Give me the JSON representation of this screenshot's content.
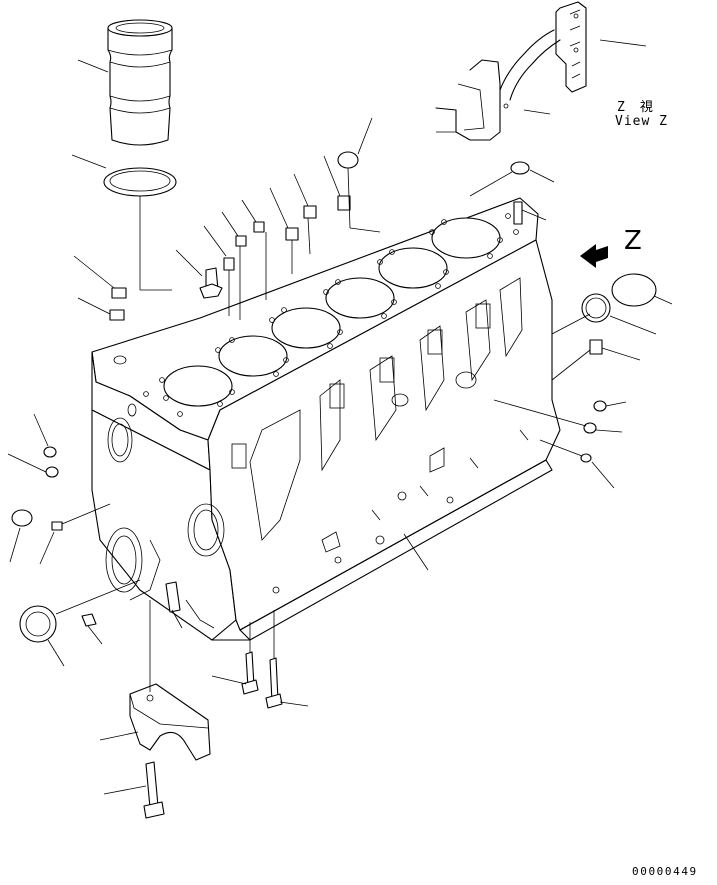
{
  "view": {
    "label_jp": "Z　視",
    "label_en": "View Z",
    "arrow_letter": "Z"
  },
  "figure_code": "00000449"
}
